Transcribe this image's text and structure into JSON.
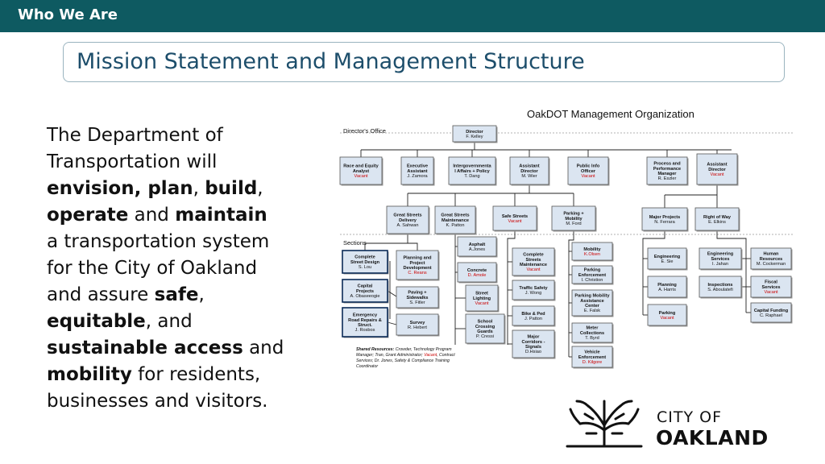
{
  "header": {
    "section": "Who We Are"
  },
  "title": "Mission Statement and Management Structure",
  "mission": {
    "lines": [
      [
        {
          "t": "The Department of",
          "b": false
        }
      ],
      [
        {
          "t": "Transportation will",
          "b": false
        }
      ],
      [
        {
          "t": "envision, plan",
          "b": true
        },
        {
          "t": ", ",
          "b": false
        },
        {
          "t": "build",
          "b": true
        },
        {
          "t": ",",
          "b": false
        }
      ],
      [
        {
          "t": "operate",
          "b": true
        },
        {
          "t": " and ",
          "b": false
        },
        {
          "t": "maintain",
          "b": true
        }
      ],
      [
        {
          "t": "a transportation system",
          "b": false
        }
      ],
      [
        {
          "t": "for the City of Oakland",
          "b": false
        }
      ],
      [
        {
          "t": "and assure ",
          "b": false
        },
        {
          "t": "safe",
          "b": true
        },
        {
          "t": ",",
          "b": false
        }
      ],
      [
        {
          "t": "equitable",
          "b": true
        },
        {
          "t": ", and",
          "b": false
        }
      ],
      [
        {
          "t": "sustainable access",
          "b": true
        },
        {
          "t": " and",
          "b": false
        }
      ],
      [
        {
          "t": "mobility",
          "b": true
        },
        {
          "t": " for residents,",
          "b": false
        }
      ],
      [
        {
          "t": "businesses and visitors.",
          "b": false
        }
      ]
    ]
  },
  "org": {
    "title": "OakDOT Management Organization",
    "directors_office_label": "Director's Office",
    "sections_label": "Sections",
    "colors": {
      "box_fill": "#dbe5f1",
      "vacant": "#cc0000"
    },
    "boxes": [
      {
        "id": "director",
        "l1": "Director",
        "name": "F. Kelley"
      },
      {
        "id": "race-equity",
        "l1": "Race and Equity",
        "l2": "Analyst",
        "name": "Vacant",
        "vacant": true
      },
      {
        "id": "exec-assistant",
        "l1": "Executive",
        "l2": "Assistant",
        "name": "J. Zamora"
      },
      {
        "id": "intergov",
        "l1": "Intergovernmenta",
        "l2": "l Affairs + Policy",
        "name": "T. Dang"
      },
      {
        "id": "asst-director-1",
        "l1": "Assistant",
        "l2": "Director",
        "name": "M. Wier"
      },
      {
        "id": "public-info",
        "l1": "Public Info",
        "l2": "Officer",
        "name": "Vacant",
        "vacant": true
      },
      {
        "id": "process-perf",
        "l1": "Process and",
        "l2": "Performance",
        "l3": "Manager",
        "name": "R. Eszler"
      },
      {
        "id": "asst-director-2",
        "l1": "Assistant",
        "l2": "Director",
        "name": "Vacant",
        "vacant": true
      },
      {
        "id": "gs-delivery",
        "l1": "Great Streets",
        "l2": "Delivery",
        "name": "A. Sahwan"
      },
      {
        "id": "gs-maintenance",
        "l1": "Great Streets",
        "l2": "Maintenance",
        "name": "K. Patton"
      },
      {
        "id": "safe-streets",
        "l1": "Safe Streets",
        "name": "Vacant",
        "vacant": true
      },
      {
        "id": "parking-mobility",
        "l1": "Parking +",
        "l2": "Mobility",
        "name": "M. Ford"
      },
      {
        "id": "major-projects",
        "l1": "Major Projects",
        "name": "N. Ferrara"
      },
      {
        "id": "right-of-way",
        "l1": "Right of Way",
        "name": "E. Elkins"
      },
      {
        "id": "complete-street-design",
        "l1": "Complete",
        "l2": "Street Design",
        "name": "S. Lou"
      },
      {
        "id": "capital-projects",
        "l1": "Capital",
        "l2": "Projects",
        "name": "A. Obaseeogie"
      },
      {
        "id": "emergency-road",
        "l1": "Emergency",
        "l2": "Road Repairs &",
        "l3": "Struct.",
        "name": "J. Rosbos"
      },
      {
        "id": "planning-dev",
        "l1": "Planning and",
        "l2": "Project",
        "l3": "Development",
        "name": "C. Reans",
        "vacant": true
      },
      {
        "id": "paving",
        "l1": "Paving +",
        "l2": "Sidewalks",
        "name": "S. Fitler"
      },
      {
        "id": "survey",
        "l1": "Survey",
        "name": "R. Hebert"
      },
      {
        "id": "asphalt",
        "l1": "Asphalt",
        "name": "A.Jones"
      },
      {
        "id": "concrete",
        "l1": "Concrete",
        "name": "D. Amole",
        "vacant": true
      },
      {
        "id": "street-lighting",
        "l1": "Street",
        "l2": "Lighting",
        "name": "Vacant",
        "vacant": true
      },
      {
        "id": "school-guards",
        "l1": "School",
        "l2": "Crossing",
        "l3": "Guards",
        "name": "P. Cressi"
      },
      {
        "id": "complete-streets-maint",
        "l1": "Complete",
        "l2": "Streets",
        "l3": "Maintenance",
        "name": "Vacant",
        "vacant": true
      },
      {
        "id": "traffic-safety",
        "l1": "Traffic Safety",
        "name": "J. Wong"
      },
      {
        "id": "bike-ped",
        "l1": "Bike & Ped",
        "name": "J. Patton"
      },
      {
        "id": "major-corridors",
        "l1": "Major",
        "l2": "Corridors -",
        "l3": "Signals",
        "name": "D.Hsiao"
      },
      {
        "id": "mobility",
        "l1": "Mobility",
        "name": "K.Olsen",
        "vacant": true
      },
      {
        "id": "parking-enforcement",
        "l1": "Parking",
        "l2": "Enforcement",
        "name": "I. Christion"
      },
      {
        "id": "parking-mobility-center",
        "l1": "Parking Mobility",
        "l2": "Assistance",
        "l3": "Center",
        "name": "E. Falsk"
      },
      {
        "id": "meter-collections",
        "l1": "Meter",
        "l2": "Collections",
        "name": "T. Byrd"
      },
      {
        "id": "vehicle-enforcement",
        "l1": "Vehicle",
        "l2": "Enforcement",
        "name": "D. Kilgore",
        "vacant": true
      },
      {
        "id": "engineering",
        "l1": "Engineering",
        "name": "E. Sie"
      },
      {
        "id": "planning",
        "l1": "Planning",
        "name": "A. Harris"
      },
      {
        "id": "parking",
        "l1": "Parking",
        "name": "Vacant",
        "vacant": true
      },
      {
        "id": "engineering-services",
        "l1": "Engineering",
        "l2": "Services",
        "name": "I. Jahan"
      },
      {
        "id": "inspections",
        "l1": "Inspections",
        "name": "S. Aboulatefi"
      },
      {
        "id": "human-resources",
        "l1": "Human",
        "l2": "Resources",
        "name": "M. Cockerman"
      },
      {
        "id": "fiscal-services",
        "l1": "Fiscal",
        "l2": "Services",
        "name": "Vacant",
        "vacant": true
      },
      {
        "id": "capital-funding",
        "l1": "Capital Funding",
        "name": "C. Raphael"
      }
    ],
    "shared_resources": {
      "label": "Shared Resources:",
      "l1": " Crowder, Technology Program",
      "l2a": "Manager; Tran, Grant Administrator; ",
      "l2v": "Vacant",
      "l2b": ", Contract",
      "l3": "Services; Dr. Jones, Safety & Compliance Training",
      "l4": "Coordinator"
    }
  },
  "logo": {
    "line1": "CITY OF",
    "line2": "OAKLAND",
    "icon": "oak-tree-icon"
  }
}
